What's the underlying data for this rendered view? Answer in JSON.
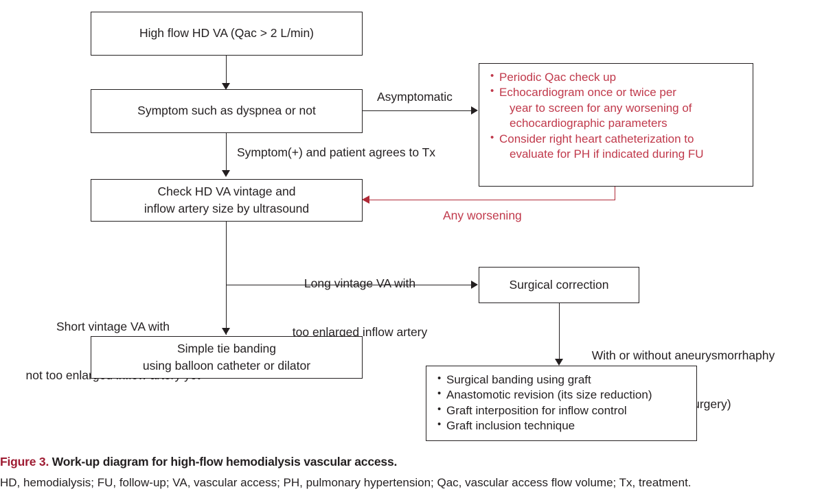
{
  "diagram": {
    "nodes": {
      "high_flow": {
        "text": "High flow HD VA (Qac > 2 L/min)"
      },
      "symptom": {
        "text": "Symptom such as dyspnea or not"
      },
      "check_vintage_line1": "Check HD VA vintage and",
      "check_vintage_line2": "inflow artery size by ultrasound",
      "simple_tie_line1": "Simple tie banding",
      "simple_tie_line2": "using balloon catheter or dilator",
      "surgical_correction": {
        "text": "Surgical correction"
      },
      "surveillance_items": [
        {
          "text": "Periodic Qac check up",
          "continuation": false
        },
        {
          "text": "Echocardiogram once or twice per",
          "continuation": false
        },
        {
          "text": "year to screen for any worsening of",
          "continuation": true
        },
        {
          "text": "echocardiographic parameters",
          "continuation": true
        },
        {
          "text": "Consider right heart catheterization to",
          "continuation": false
        },
        {
          "text": "evaluate for PH if indicated during FU",
          "continuation": true
        }
      ],
      "surgical_options": [
        {
          "text": "Surgical banding using graft",
          "continuation": false
        },
        {
          "text": "Anastomotic revision (its size reduction)",
          "continuation": false
        },
        {
          "text": "Graft interposition for inflow control",
          "continuation": false
        },
        {
          "text": "Graft inclusion technique",
          "continuation": false
        }
      ]
    },
    "edge_labels": {
      "asymptomatic": "Asymptomatic",
      "symptom_positive": "Symptom(+) and patient agrees to Tx",
      "any_worsening": "Any worsening",
      "long_vintage_line1": "Long vintage VA with",
      "long_vintage_line2": "too enlarged inflow artery",
      "short_vintage_line1": "Short vintage VA with",
      "short_vintage_line2": "not too enlarged inflow artery yet",
      "aneurysmorrhaphy_line1": "With or without aneurysmorrhaphy",
      "aneurysmorrhaphy_line2": "(plication surgery)"
    },
    "colors": {
      "red_text": "#c0394b",
      "red_arrow": "#b02a37",
      "black": "#231f20",
      "caption_red": "#9e1b32"
    }
  },
  "caption": {
    "figure_number": "Figure 3.",
    "title": " Work-up diagram for high-flow hemodialysis vascular access.",
    "abbreviations": "HD, hemodialysis; FU, follow-up; VA, vascular access; PH, pulmonary hypertension; Qac, vascular access flow volume; Tx, treatment."
  }
}
